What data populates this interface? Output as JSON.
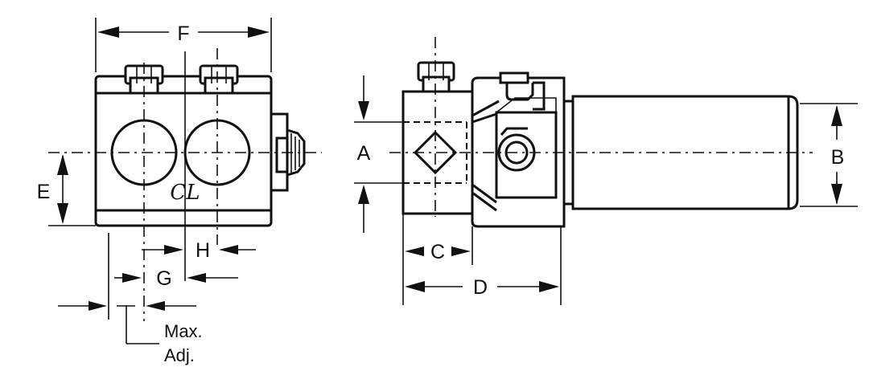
{
  "labels": {
    "a": "A",
    "b": "B",
    "c": "C",
    "d": "D",
    "e": "E",
    "f": "F",
    "g": "G",
    "h": "H",
    "centerline": "CL",
    "max": "Max.",
    "adj": "Adj."
  }
}
